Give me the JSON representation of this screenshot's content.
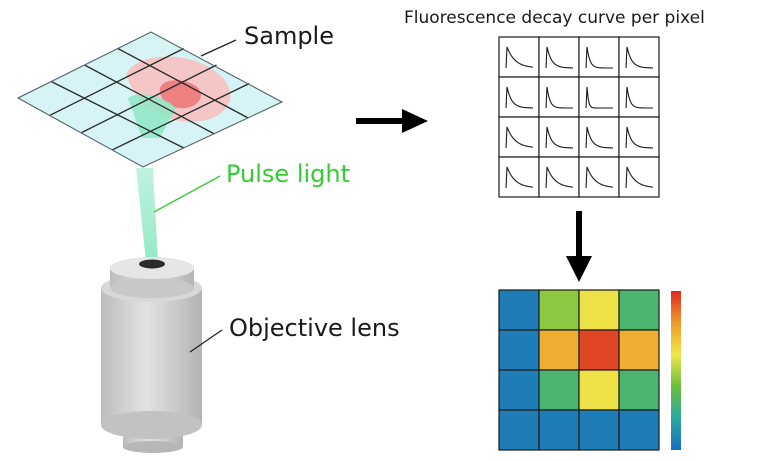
{
  "labels": {
    "sample": "Sample",
    "pulse_light": "Pulse light",
    "objective_lens": "Objective lens",
    "decay_title": "Fluorescence decay curve per pixel"
  },
  "colors": {
    "pulse_light": "#33cc33",
    "stage": "#d6f4f5",
    "sample_pink": "#f7c3c3",
    "sample_core": "#ef8080",
    "beam": "#8ee8c4",
    "lens_body": "#cfcfcf",
    "arrow": "#000000"
  },
  "decay_grid": {
    "rows": 4,
    "cols": 4,
    "curve_shapes": [
      [
        "slow",
        "medium",
        "fast",
        "medium"
      ],
      [
        "medium",
        "fast",
        "spike",
        "fast"
      ],
      [
        "slow",
        "medium",
        "medium",
        "medium"
      ],
      [
        "slow",
        "slow",
        "slow",
        "slow"
      ]
    ]
  },
  "heatmap": {
    "rows": 4,
    "cols": 4,
    "cell_values": [
      [
        0.05,
        0.45,
        0.62,
        0.3
      ],
      [
        0.05,
        0.75,
        0.95,
        0.75
      ],
      [
        0.05,
        0.3,
        0.62,
        0.3
      ],
      [
        0.05,
        0.05,
        0.05,
        0.05
      ]
    ],
    "colorbar": {
      "stops": [
        "#1a6fbf",
        "#2aa8a0",
        "#6cbf3c",
        "#eee84a",
        "#ee9a2a",
        "#dd2a22"
      ]
    }
  }
}
